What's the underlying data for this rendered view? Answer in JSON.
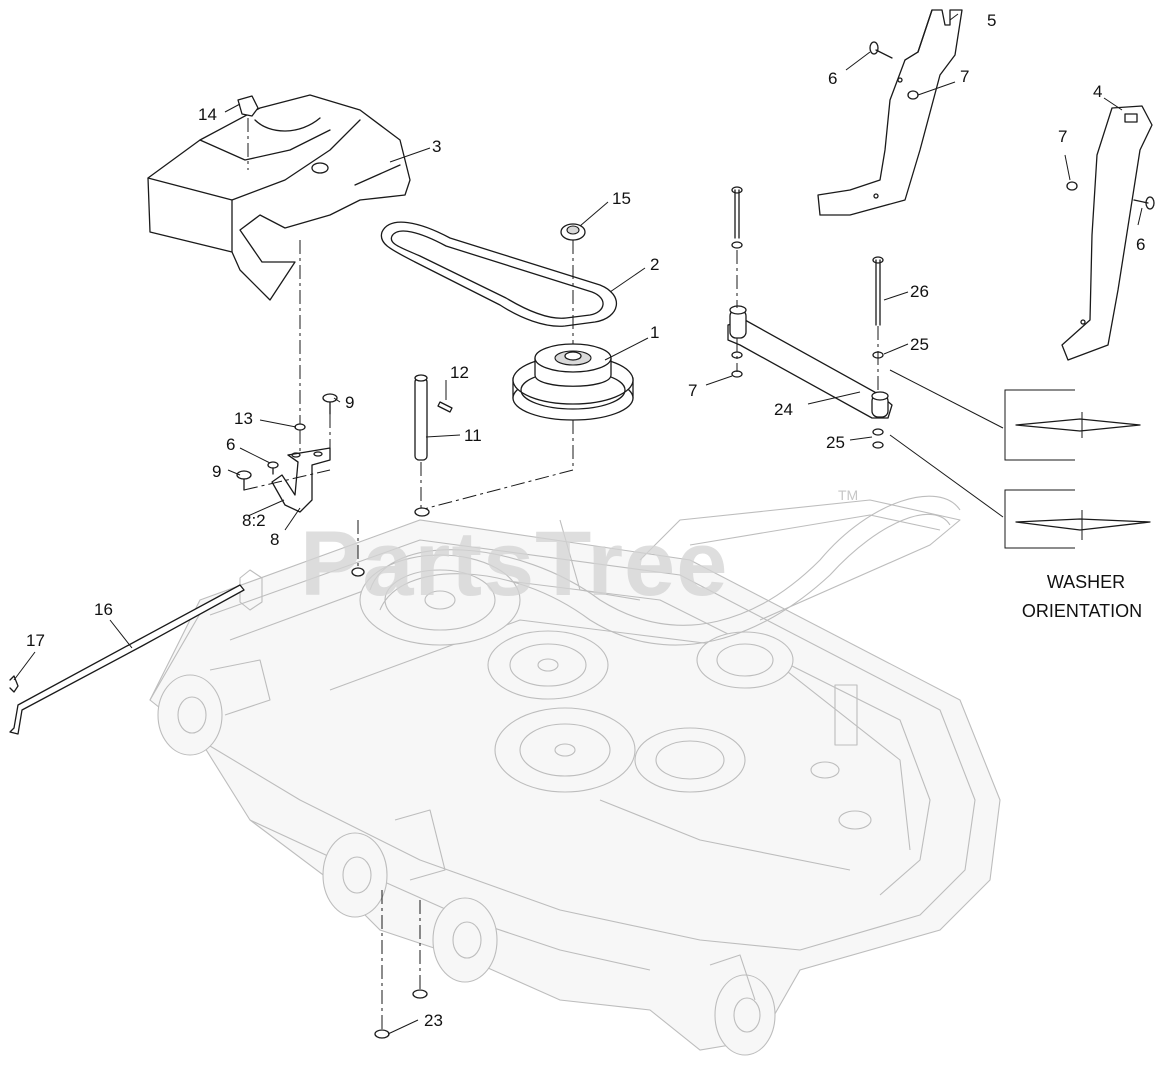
{
  "watermark": {
    "text": "PartsTree",
    "tm": "TM"
  },
  "washer_orientation": {
    "line1": "WASHER",
    "line2": "ORIENTATION"
  },
  "callouts": {
    "c1": "1",
    "c2": "2",
    "c3": "3",
    "c4": "4",
    "c5": "5",
    "c6a": "6",
    "c6b": "6",
    "c6c": "6",
    "c7a": "7",
    "c7b": "7",
    "c7c": "7",
    "c8": "8",
    "c8_2": "8:2",
    "c9a": "9",
    "c9b": "9",
    "c11": "11",
    "c12": "12",
    "c13": "13",
    "c14": "14",
    "c15": "15",
    "c16": "16",
    "c17": "17",
    "c23": "23",
    "c24": "24",
    "c25a": "25",
    "c25b": "25",
    "c26": "26"
  }
}
